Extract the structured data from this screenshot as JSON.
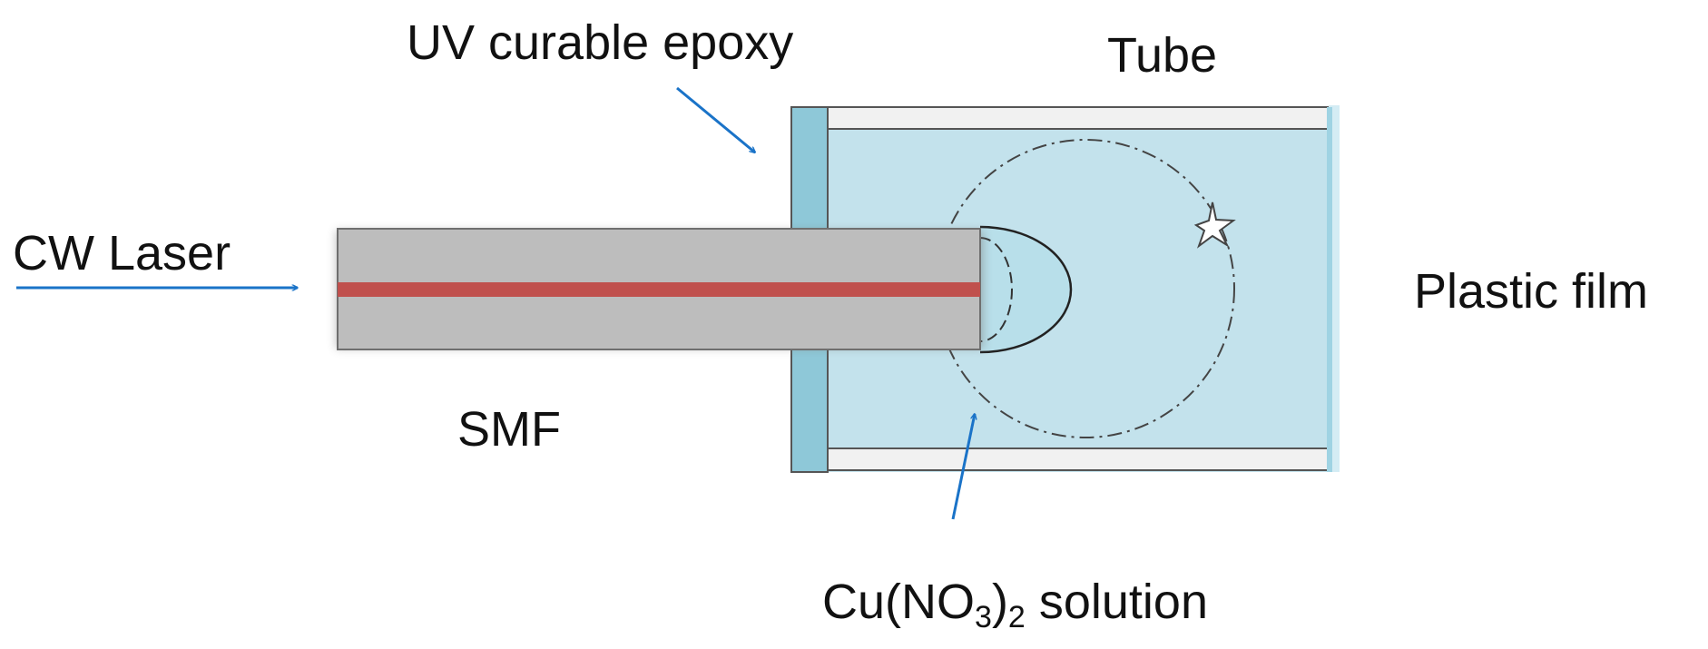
{
  "labels": {
    "uv_epoxy": "UV curable epoxy",
    "tube": "Tube",
    "cw_laser": "CW Laser",
    "plastic_film": "Plastic film",
    "smf": "SMF",
    "solution": {
      "pre": "Cu(NO",
      "sub1": "3",
      "mid": ")",
      "sub2": "2",
      "post": " solution"
    }
  },
  "colors": {
    "arrow": "#1a73c8",
    "fiber_cladding": "#bdbdbd",
    "fiber_core": "#c0504d",
    "epoxy": "#8ec8d8",
    "solution": "#c3e2ec",
    "tube_wall": "#f1f1f1",
    "plastic_film": "#d4ecf4"
  }
}
